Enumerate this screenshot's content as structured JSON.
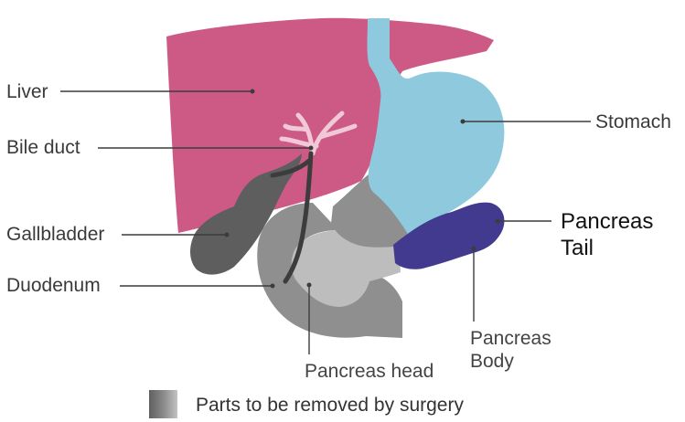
{
  "labels": {
    "liver": "Liver",
    "bile_duct": "Bile duct",
    "gallbladder": "Gallbladder",
    "duodenum": "Duodenum",
    "stomach": "Stomach",
    "pancreas_tail": "Pancreas\nTail",
    "pancreas_body": "Pancreas\nBody",
    "pancreas_head": "Pancreas head"
  },
  "legend": {
    "text": "Parts to be removed by surgery",
    "swatch_colors": [
      "#5f5f5f",
      "#8e8e8e",
      "#c4c4c4"
    ]
  },
  "colors": {
    "liver": "#cd5a85",
    "stomach": "#8ec9de",
    "esophagus": "#8ec9de",
    "pancreas_tail": "#423a8e",
    "gallbladder": "#5e5e5e",
    "duodenum": "#8f8f8f",
    "pancreas_head": "#bdbdbd",
    "bile_ducts": "#f0c8d6",
    "leader_lines": "#3c3c3c"
  }
}
